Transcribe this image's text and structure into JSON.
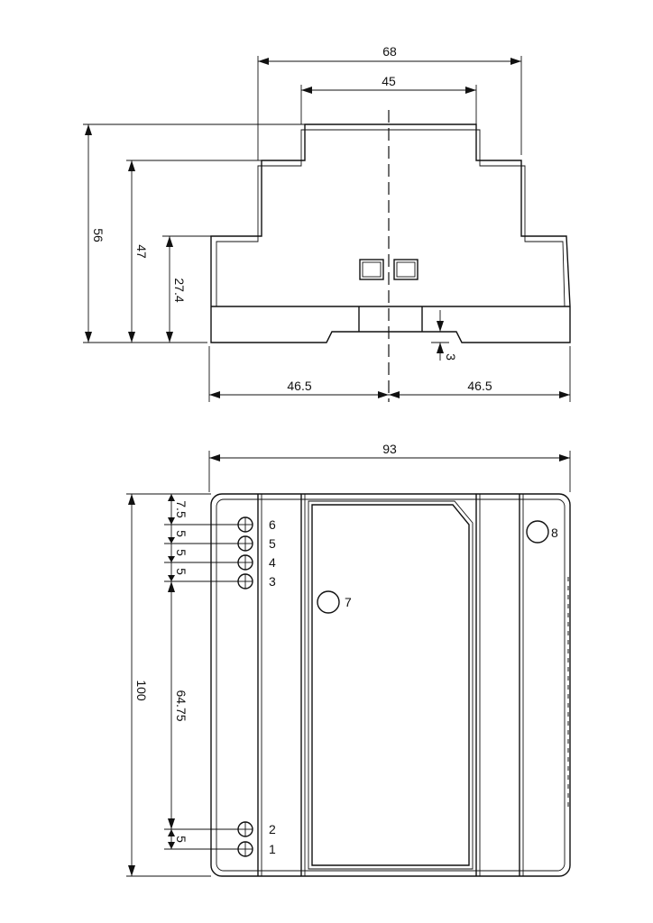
{
  "front_view": {
    "dimensions": {
      "overall_width": "68",
      "inner_width": "45",
      "total_height": "56",
      "mid_height": "47",
      "low_height": "27.4",
      "rail_offset": "3",
      "half_width_left": "46.5",
      "half_width_right": "46.5"
    }
  },
  "top_view": {
    "dimensions": {
      "width": "93",
      "height": "100",
      "top_offset": "7.5",
      "pitch_6_5": "5",
      "pitch_5_4": "5",
      "pitch_4_3": "5",
      "span_3_2": "64.75",
      "pitch_2_1": "5"
    },
    "markers": {
      "t1": "1",
      "t2": "2",
      "t3": "3",
      "t4": "4",
      "t5": "5",
      "t6": "6",
      "led": "7",
      "pot": "8"
    }
  }
}
